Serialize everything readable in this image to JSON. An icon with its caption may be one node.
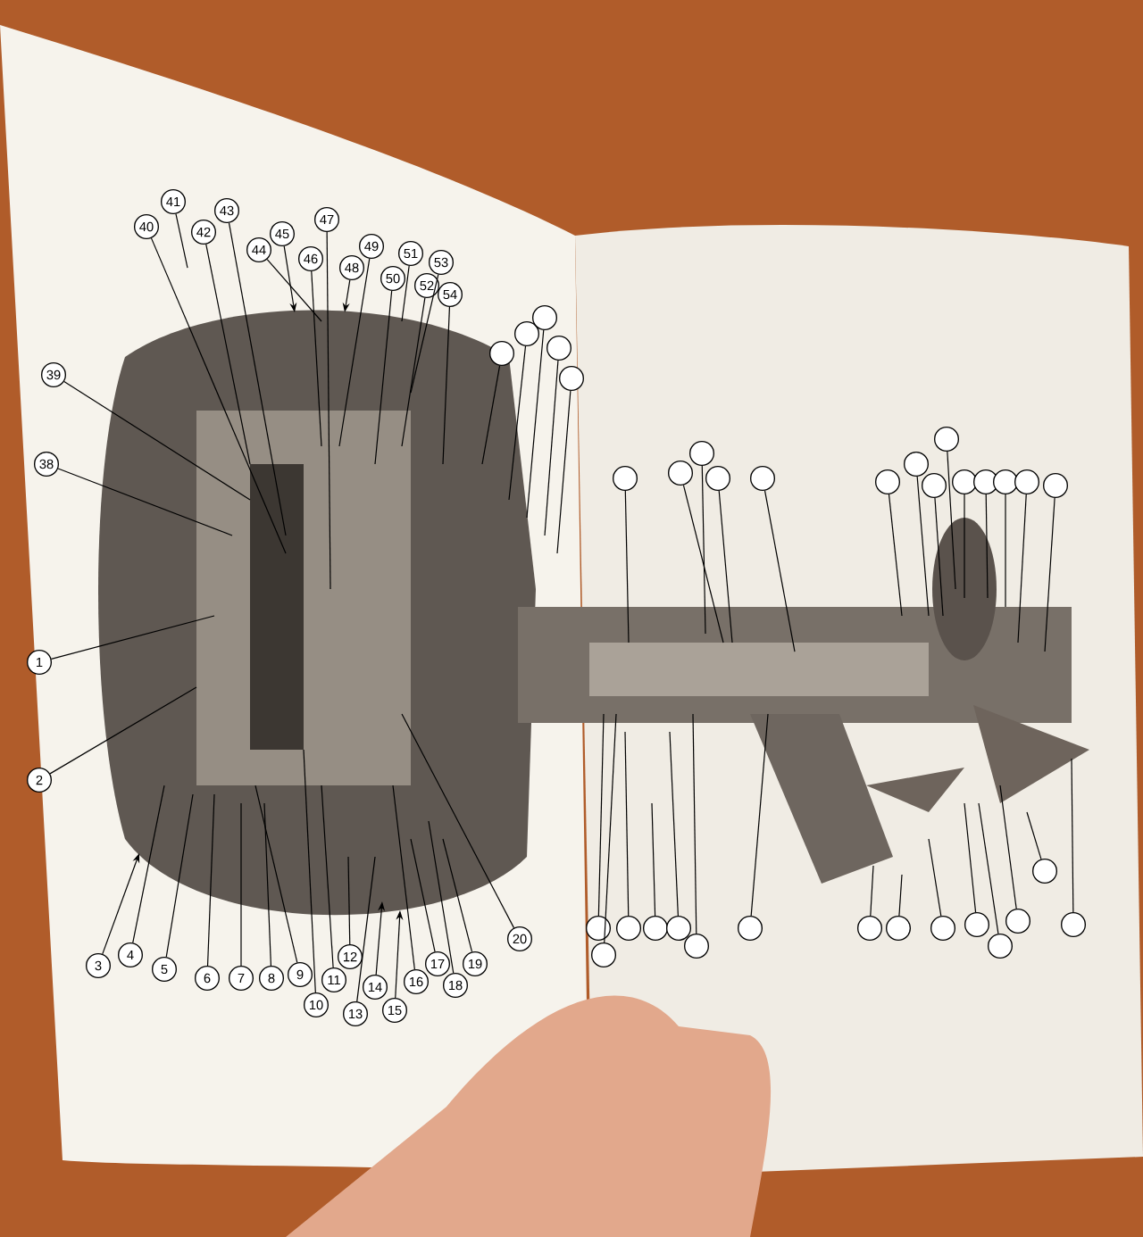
{
  "diagram": {
    "nodes": [
      {
        "text": [
          "1"
        ]
      },
      {
        "text": [
          "2"
        ]
      },
      {
        "text": [
          "3"
        ]
      },
      {
        "text": [
          "4"
        ]
      },
      {
        "text": [
          "5"
        ]
      },
      {
        "text": [
          "6"
        ]
      },
      {
        "text": [
          "7"
        ]
      },
      {
        "text": [
          "8"
        ]
      },
      {
        "text": [
          "9"
        ]
      },
      {
        "text": [
          "10"
        ]
      },
      {
        "text": [
          "11"
        ]
      },
      {
        "text": [
          "12"
        ]
      },
      {
        "text": [
          "13"
        ]
      },
      {
        "text": [
          "14"
        ]
      },
      {
        "text": [
          "15"
        ]
      },
      {
        "text": [
          "16"
        ]
      },
      {
        "text": [
          "17"
        ]
      },
      {
        "text": [
          "18"
        ]
      },
      {
        "text": [
          "19"
        ]
      },
      {
        "text": [
          "20"
        ]
      },
      {
        "text": [
          "38"
        ]
      },
      {
        "text": [
          "39"
        ]
      },
      {
        "text": [
          "40"
        ]
      },
      {
        "text": [
          "41"
        ]
      },
      {
        "text": [
          "42"
        ]
      },
      {
        "text": [
          "43"
        ]
      },
      {
        "text": [
          "44"
        ]
      },
      {
        "text": [
          "45"
        ]
      },
      {
        "text": [
          "46"
        ]
      },
      {
        "text": [
          "47"
        ]
      },
      {
        "text": [
          "48"
        ]
      },
      {
        "text": [
          "49"
        ]
      },
      {
        "text": [
          "50"
        ]
      },
      {
        "text": [
          "51"
        ]
      },
      {
        "text": [
          "52"
        ]
      },
      {
        "text": [
          "53"
        ]
      },
      {
        "text": [
          "54"
        ]
      },
      {
        "text": [],
        "shape": "circle"
      },
      {
        "text": [],
        "shape": "circle"
      },
      {
        "text": [],
        "shape": "circle"
      },
      {
        "text": [],
        "shape": "circle"
      },
      {
        "text": [],
        "shape": "circle"
      },
      {
        "text": [],
        "shape": "circle"
      },
      {
        "text": [],
        "shape": "circle"
      },
      {
        "text": [],
        "shape": "circle"
      },
      {
        "text": [],
        "shape": "circle"
      },
      {
        "text": [],
        "shape": "circle"
      },
      {
        "text": [],
        "shape": "circle"
      },
      {
        "text": [],
        "shape": "circle"
      },
      {
        "text": [],
        "shape": "circle"
      },
      {
        "text": [],
        "shape": "circle"
      },
      {
        "text": [],
        "shape": "circle"
      },
      {
        "text": [],
        "shape": "circle"
      },
      {
        "text": [],
        "shape": "circle"
      },
      {
        "text": [],
        "shape": "circle"
      },
      {
        "text": [],
        "shape": "circle"
      },
      {
        "text": [],
        "shape": "circle"
      },
      {
        "text": [],
        "shape": "circle"
      },
      {
        "text": [],
        "shape": "circle"
      },
      {
        "text": [],
        "shape": "circle"
      },
      {
        "text": [],
        "shape": "circle"
      },
      {
        "text": [],
        "shape": "circle"
      },
      {
        "text": [],
        "shape": "circle"
      },
      {
        "text": [],
        "shape": "circle"
      },
      {
        "text": [],
        "shape": "circle"
      },
      {
        "text": [],
        "shape": "circle"
      },
      {
        "text": [],
        "shape": "circle"
      },
      {
        "text": [],
        "shape": "circle"
      },
      {
        "text": [],
        "shape": "circle"
      },
      {
        "text": [],
        "shape": "circle"
      },
      {
        "text": [],
        "shape": "circle"
      }
    ],
    "edges": [
      {
        "from": 0,
        "to": null,
        "arrow": "none"
      },
      {
        "from": 1,
        "to": null,
        "arrow": "none"
      },
      {
        "from": 2,
        "to": null,
        "arrow": "to"
      },
      {
        "from": 3,
        "to": null,
        "arrow": "none"
      },
      {
        "from": 4,
        "to": null,
        "arrow": "none"
      },
      {
        "from": 5,
        "to": null,
        "arrow": "none"
      },
      {
        "from": 6,
        "to": null,
        "arrow": "none"
      },
      {
        "from": 7,
        "to": null,
        "arrow": "none"
      },
      {
        "from": 8,
        "to": null,
        "arrow": "none"
      },
      {
        "from": 9,
        "to": null,
        "arrow": "none"
      },
      {
        "from": 10,
        "to": null,
        "arrow": "none"
      },
      {
        "from": 11,
        "to": null,
        "arrow": "none"
      },
      {
        "from": 12,
        "to": null,
        "arrow": "none"
      },
      {
        "from": 13,
        "to": null,
        "arrow": "to"
      },
      {
        "from": 14,
        "to": null,
        "arrow": "to"
      },
      {
        "from": 15,
        "to": null,
        "arrow": "none"
      },
      {
        "from": 16,
        "to": null,
        "arrow": "none"
      },
      {
        "from": 17,
        "to": null,
        "arrow": "none"
      },
      {
        "from": 18,
        "to": null,
        "arrow": "none"
      },
      {
        "from": 19,
        "to": null,
        "arrow": "none"
      },
      {
        "from": 20,
        "to": null,
        "arrow": "none"
      },
      {
        "from": 21,
        "to": null,
        "arrow": "none"
      },
      {
        "from": 22,
        "to": null,
        "arrow": "none"
      },
      {
        "from": 23,
        "to": null,
        "arrow": "none"
      },
      {
        "from": 24,
        "to": null,
        "arrow": "none"
      },
      {
        "from": 25,
        "to": null,
        "arrow": "none"
      },
      {
        "from": 26,
        "to": null,
        "arrow": "none"
      },
      {
        "from": 27,
        "to": null,
        "arrow": "to"
      },
      {
        "from": 28,
        "to": null,
        "arrow": "none"
      },
      {
        "from": 29,
        "to": null,
        "arrow": "none"
      },
      {
        "from": 30,
        "to": null,
        "arrow": "to"
      },
      {
        "from": 31,
        "to": null,
        "arrow": "none"
      },
      {
        "from": 32,
        "to": null,
        "arrow": "none"
      },
      {
        "from": 33,
        "to": null,
        "arrow": "none"
      },
      {
        "from": 34,
        "to": null,
        "arrow": "none"
      },
      {
        "from": 35,
        "to": null,
        "arrow": "none"
      },
      {
        "from": 36,
        "to": null,
        "arrow": "none"
      },
      {
        "from": 37,
        "to": null,
        "arrow": "none"
      },
      {
        "from": 38,
        "to": null,
        "arrow": "none"
      },
      {
        "from": 39,
        "to": null,
        "arrow": "none"
      },
      {
        "from": 40,
        "to": null,
        "arrow": "none"
      },
      {
        "from": 41,
        "to": null,
        "arrow": "none"
      },
      {
        "from": 42,
        "to": null,
        "arrow": "none"
      },
      {
        "from": 43,
        "to": null,
        "arrow": "none"
      },
      {
        "from": 44,
        "to": null,
        "arrow": "none"
      },
      {
        "from": 45,
        "to": null,
        "arrow": "none"
      },
      {
        "from": 46,
        "to": null,
        "arrow": "none"
      },
      {
        "from": 47,
        "to": null,
        "arrow": "none"
      },
      {
        "from": 48,
        "to": null,
        "arrow": "none"
      },
      {
        "from": 49,
        "to": null,
        "arrow": "none"
      },
      {
        "from": 50,
        "to": null,
        "arrow": "none"
      },
      {
        "from": 51,
        "to": null,
        "arrow": "none"
      },
      {
        "from": 52,
        "to": null,
        "arrow": "none"
      },
      {
        "from": 53,
        "to": null,
        "arrow": "none"
      },
      {
        "from": 54,
        "to": null,
        "arrow": "none"
      },
      {
        "from": 55,
        "to": null,
        "arrow": "none"
      },
      {
        "from": 56,
        "to": null,
        "arrow": "none"
      },
      {
        "from": 57,
        "to": null,
        "arrow": "none"
      },
      {
        "from": 58,
        "to": null,
        "arrow": "none"
      },
      {
        "from": 59,
        "to": null,
        "arrow": "none"
      },
      {
        "from": 60,
        "to": null,
        "arrow": "none"
      },
      {
        "from": 61,
        "to": null,
        "arrow": "none"
      },
      {
        "from": 62,
        "to": null,
        "arrow": "none"
      },
      {
        "from": 63,
        "to": null,
        "arrow": "none"
      },
      {
        "from": 64,
        "to": null,
        "arrow": "none"
      },
      {
        "from": 65,
        "to": null,
        "arrow": "none"
      },
      {
        "from": 66,
        "to": null,
        "arrow": "none"
      },
      {
        "from": 67,
        "to": null,
        "arrow": "none"
      },
      {
        "from": 68,
        "to": null,
        "arrow": "none"
      },
      {
        "from": 69,
        "to": null,
        "arrow": "none"
      },
      {
        "from": 70,
        "to": null,
        "arrow": "none"
      }
    ]
  }
}
